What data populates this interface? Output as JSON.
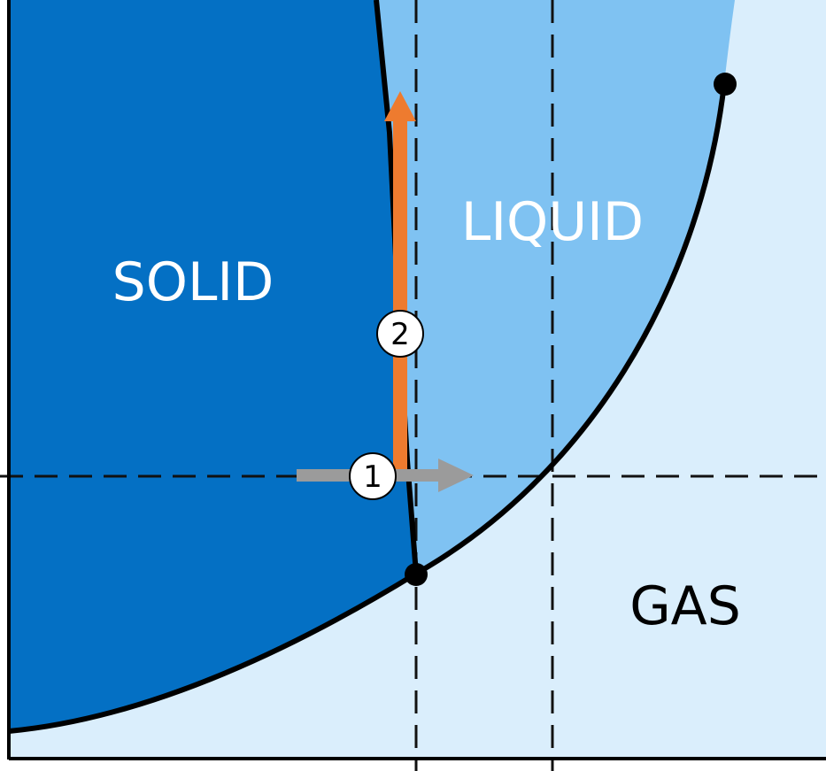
{
  "regions": {
    "solid": "SOLID",
    "liquid": "LIQUID",
    "gas": "GAS"
  },
  "markers": {
    "one": "1",
    "two": "2"
  },
  "colors": {
    "solid": "#0470c4",
    "liquid": "#7fc2f2",
    "gas": "#daeefc",
    "phase_boundary": "#000000",
    "guide_line": "#111111",
    "gray_arrow": "#9b9b9b",
    "orange_arrow": "#ee7b2f",
    "solid_text": "#ffffff",
    "liquid_text": "#ffffff",
    "gas_text": "#000000"
  },
  "features": {
    "triple_point": "triple-point",
    "critical_point": "critical-point",
    "arrow_1": "isobaric-heating-arrow",
    "arrow_2": "isothermal-compression-arrow"
  }
}
